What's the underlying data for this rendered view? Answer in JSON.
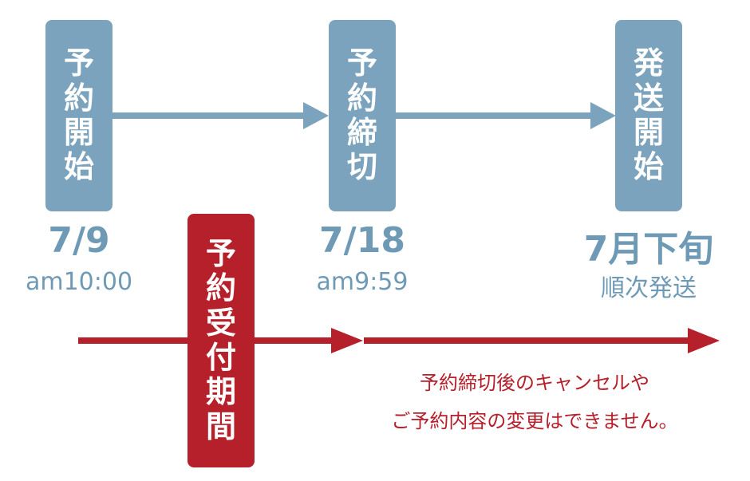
{
  "stages": [
    {
      "chars": [
        "予",
        "約",
        "開",
        "始"
      ],
      "date": "7/9",
      "sub": "am10:00"
    },
    {
      "chars": [
        "予",
        "約",
        "締",
        "切"
      ],
      "date": "7/18",
      "sub": "am9:59"
    },
    {
      "chars": [
        "発",
        "送",
        "開",
        "始"
      ],
      "date": "7月下旬",
      "sub": "順次発送"
    }
  ],
  "period": {
    "chars": [
      "予",
      "約",
      "受",
      "付",
      "期",
      "間"
    ]
  },
  "notes": [
    "予約締切後のキャンセルや",
    "ご予約内容の変更はできません。"
  ],
  "colors": {
    "blue": "#7ba3bd",
    "red": "#b5202a",
    "text_blue": "#6f9ab6"
  }
}
